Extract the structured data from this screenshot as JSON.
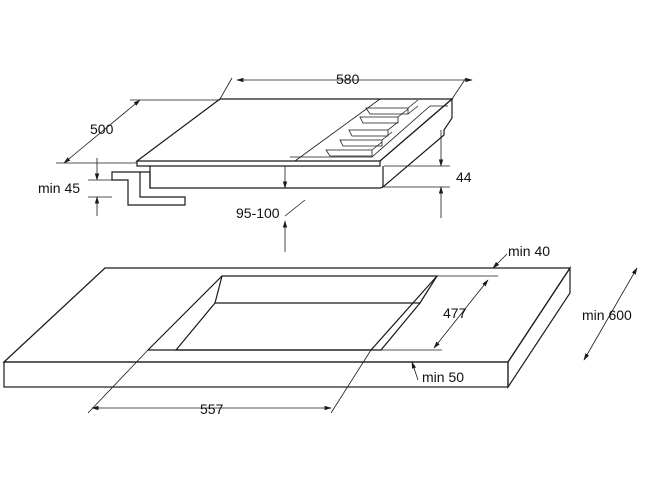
{
  "drawing": {
    "top_section": {
      "width_label": "580",
      "depth_label": "500",
      "min_clearance_label": "min 45",
      "height_label": "44",
      "under_space_label": "95-100"
    },
    "bottom_section": {
      "rear_clearance_label": "min 40",
      "cutout_depth_label": "477",
      "worktop_depth_label": "min 600",
      "front_clearance_label": "min 50",
      "cutout_width_label": "557"
    },
    "colors": {
      "line": "#1a1a1a",
      "panel": "#ffffff",
      "bracket": "#dddddd"
    }
  }
}
